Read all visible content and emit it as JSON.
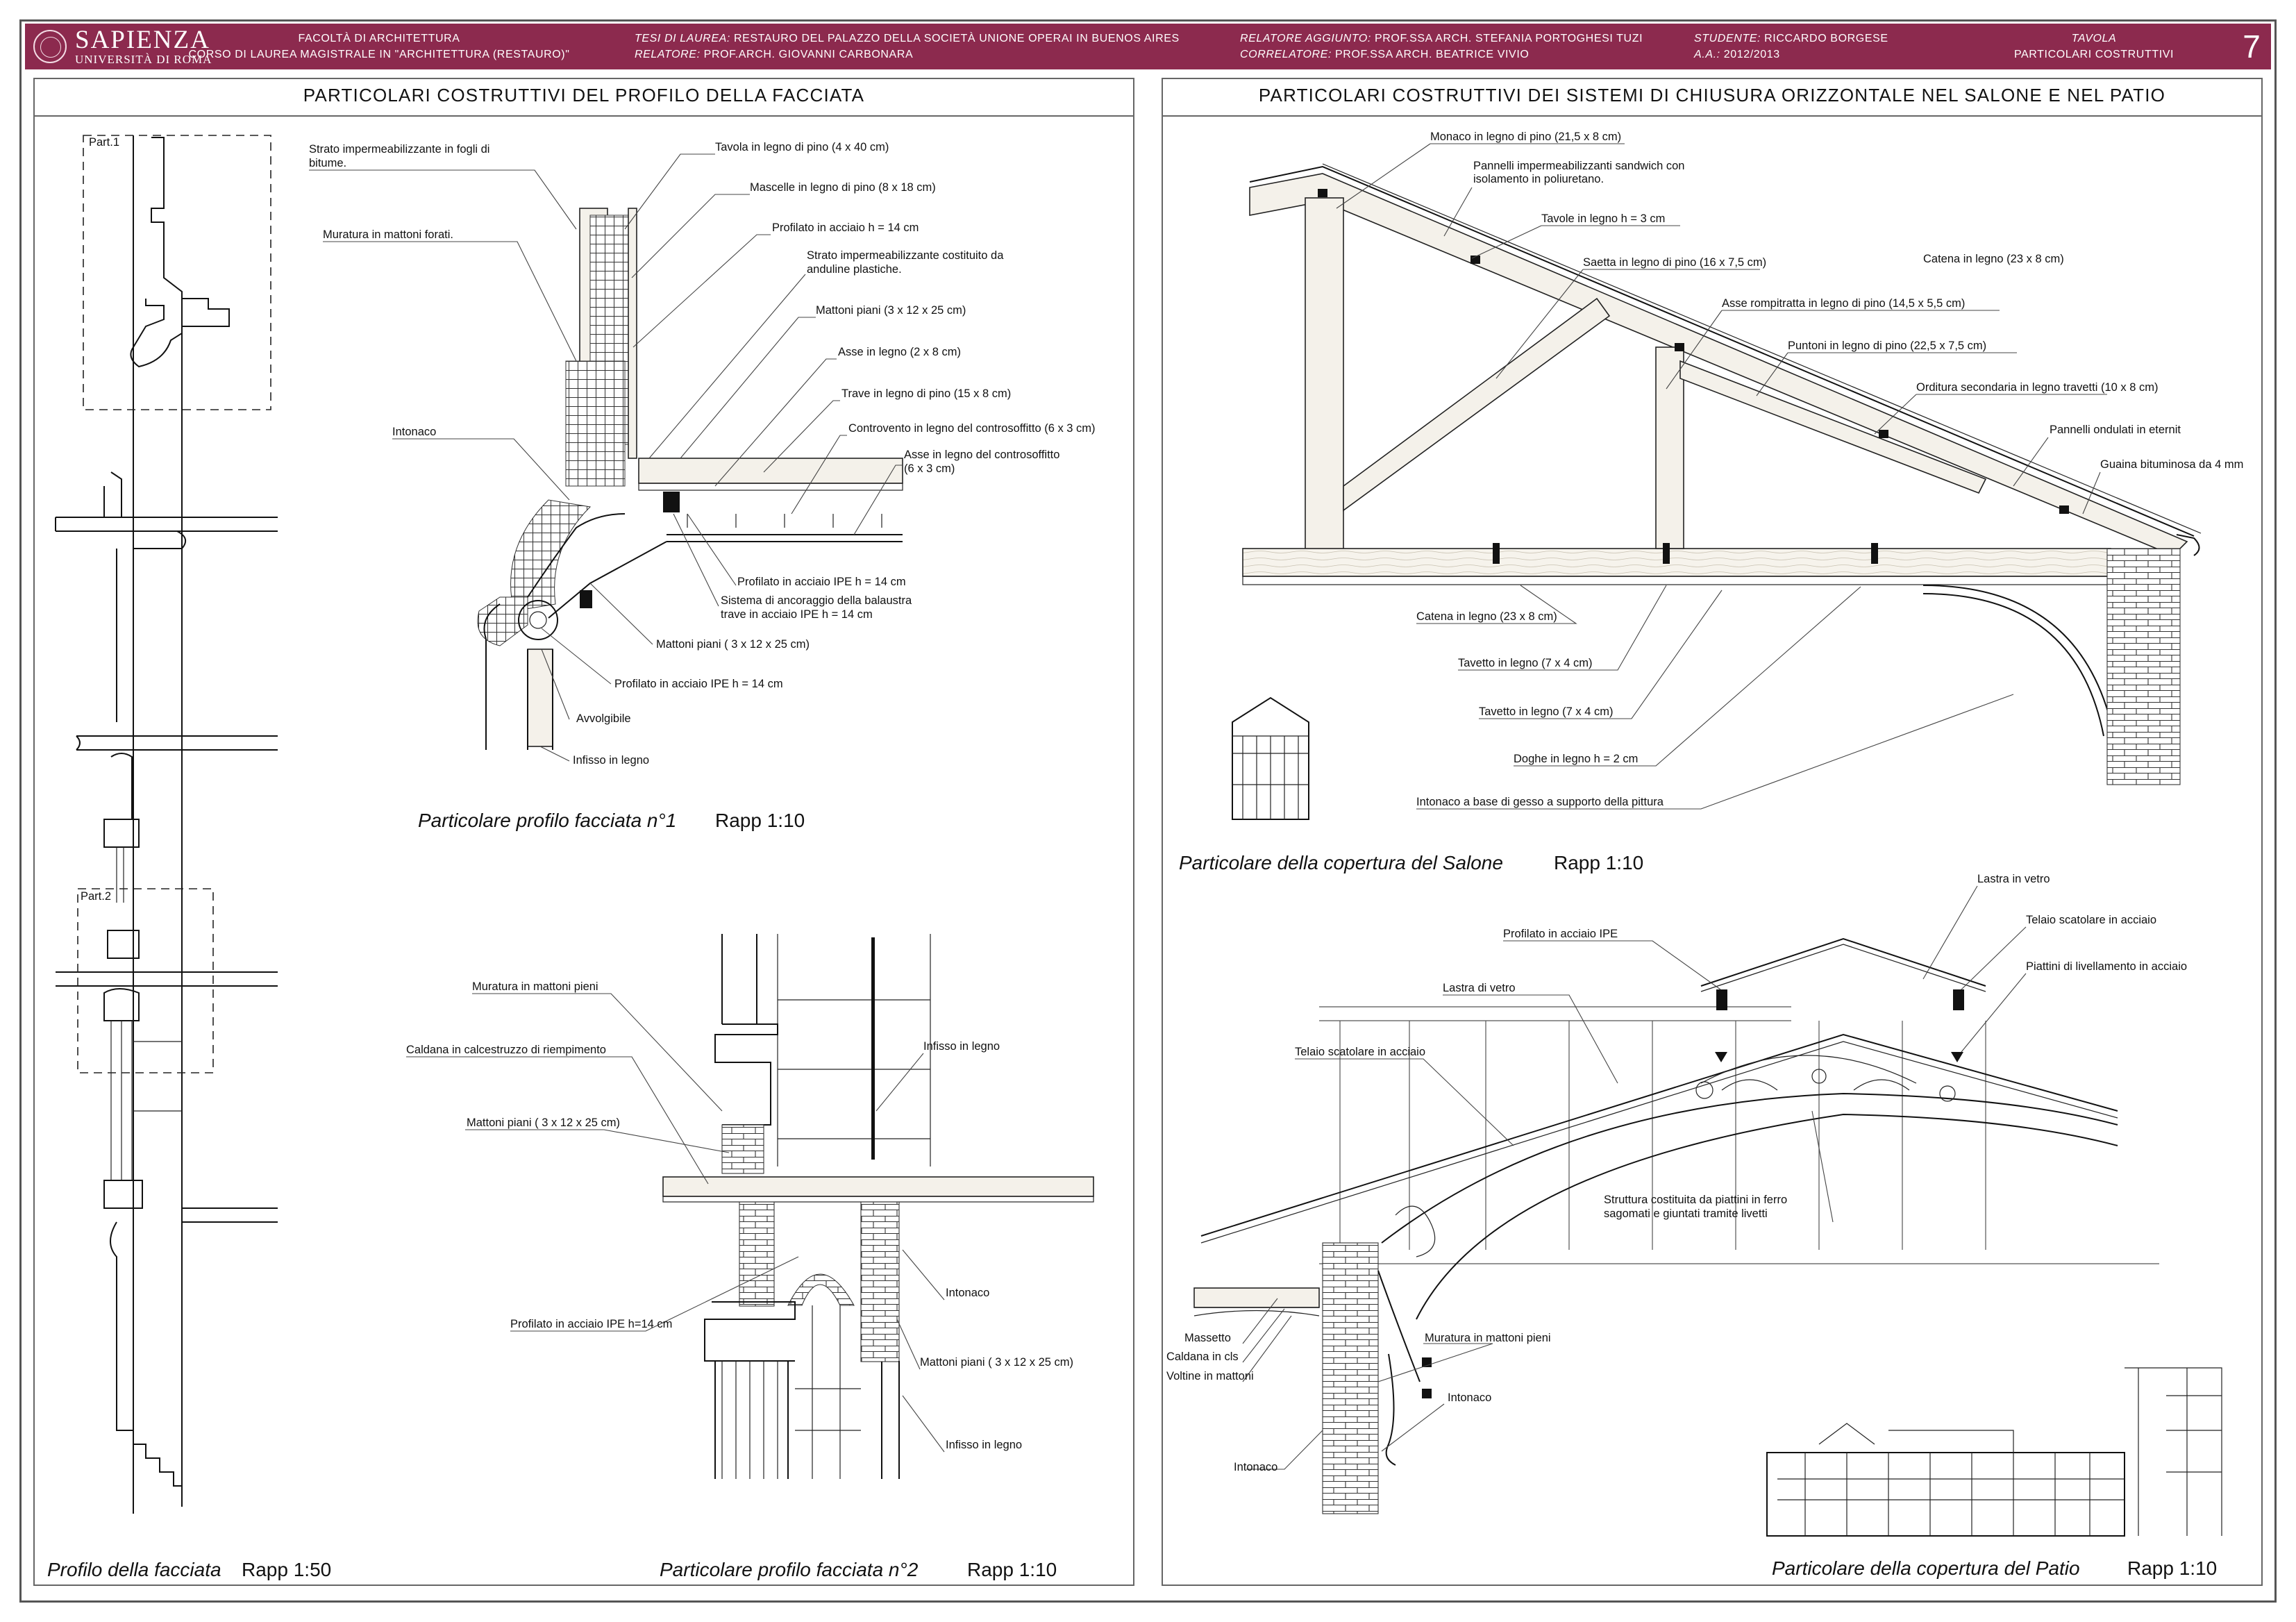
{
  "header": {
    "logo_name": "SAPIENZA",
    "logo_sub": "UNIVERSITÀ DI ROMA",
    "faculty": "FACOLTÀ DI ARCHITETTURA",
    "course": "CORSO DI LAUREA MAGISTRALE IN \"ARCHITETTURA (RESTAURO)\"",
    "tesi_label": "TESI DI LAUREA:",
    "tesi_value": "RESTAURO DEL PALAZZO DELLA SOCIETÀ UNIONE OPERAI IN BUENOS AIRES",
    "relatore_label": "RELATORE:",
    "relatore_value": "PROF.ARCH. GIOVANNI CARBONARA",
    "rel_agg_label": "RELATORE AGGIUNTO:",
    "rel_agg_value": "PROF.SSA ARCH. STEFANIA PORTOGHESI TUZI",
    "correlatore_label": "CORRELATORE:",
    "correlatore_value": "PROF.SSA ARCH. BEATRICE VIVIO",
    "studente_label": "STUDENTE:",
    "studente_value": "RICCARDO BORGESE",
    "aa_label": "A.A.:",
    "aa_value": "2012/2013",
    "tavola_label": "TAVOLA",
    "tavola_title": "PARTICOLARI COSTRUTTIVI",
    "tavola_number": "7"
  },
  "left_panel": {
    "title": "PARTICOLARI COSTRUTTIVI DEL PROFILO DELLA FACCIATA",
    "part1_label": "Part.1",
    "part2_label": "Part.2",
    "profile_caption": "Profilo della facciata",
    "profile_scale": "Rapp 1:50",
    "detail1_caption": "Particolare profilo facciata n°1",
    "detail1_scale": "Rapp 1:10",
    "detail2_caption": "Particolare profilo facciata n°2",
    "detail2_scale": "Rapp 1:10",
    "detail1_labels": [
      "Strato impermeabilizzante in fogli di",
      "bitume.",
      "Muratura in mattoni forati.",
      "Tavola in legno di pino (4 x 40 cm)",
      "Mascelle in legno di pino (8 x 18 cm)",
      "Profilato in acciaio h = 14 cm",
      "Strato impermeabilizzante costituito da",
      "anduline plastiche.",
      "Mattoni piani (3 x 12 x 25 cm)",
      "Asse in legno (2 x 8 cm)",
      "Trave in legno di pino (15 x 8 cm)",
      "Controvento in legno del controsoffitto (6 x 3 cm)",
      "Asse in legno del controsoffitto",
      "(6 x 3 cm)",
      "Intonaco",
      "Profilato in acciaio IPE h = 14 cm",
      "Sistema di ancoraggio della balaustra",
      "trave in acciaio IPE h = 14 cm",
      "Mattoni piani ( 3 x 12 x 25 cm)",
      "Profilato in acciaio IPE h = 14 cm",
      "Avvolgibile",
      "Infisso in legno"
    ],
    "detail2_labels": [
      "Muratura in mattoni pieni",
      "Caldana in calcestruzzo di riempimento",
      "Mattoni piani ( 3 x 12 x 25 cm)",
      "Infisso in legno",
      "Intonaco",
      "Profilato in acciaio IPE h=14 cm",
      "Mattoni piani ( 3 x 12 x 25 cm)",
      "Infisso in legno"
    ]
  },
  "right_panel": {
    "title": "PARTICOLARI COSTRUTTIVI DEI SISTEMI DI CHIUSURA ORIZZONTALE NEL SALONE E NEL PATIO",
    "salone_caption": "Particolare della copertura del Salone",
    "salone_scale": "Rapp 1:10",
    "patio_caption": "Particolare della copertura del Patio",
    "patio_scale": "Rapp 1:10",
    "salone_labels": [
      "Monaco in legno di pino (21,5 x 8 cm)",
      "Pannelli impermeabilizzanti sandwich con",
      "isolamento in poliuretano.",
      "Tavole in legno h = 3 cm",
      "Saetta in legno di pino (16 x 7,5 cm)",
      "Catena in legno (23 x 8 cm)",
      "Asse rompitratta in legno di pino  (14,5 x 5,5 cm)",
      "Puntoni in legno di pino  (22,5 x 7,5 cm)",
      "Orditura secondaria in legno  travetti  (10 x 8 cm)",
      "Pannelli ondulati in eternit",
      "Guaina bituminosa da 4 mm",
      "Catena in legno (23 x 8 cm)",
      "Tavetto in legno (7 x 4 cm)",
      "Tavetto in legno (7 x 4 cm)",
      "Doghe in legno h = 2 cm",
      "Intonaco a base di gesso a supporto della pittura"
    ],
    "patio_labels": [
      "Lastra in vetro",
      "Profilato in acciaio IPE",
      "Telaio scatolare in acciaio",
      "Piattini di livellamento in acciaio",
      "Lastra di vetro",
      "Telaio scatolare in acciaio",
      "Struttura costituita da piattini in ferro",
      "sagomati e giuntati tramite livetti",
      "Massetto",
      "Caldana in cls",
      "Voltine in mattoni",
      "Muratura in mattoni pieni",
      "Intonaco",
      "Intonaco"
    ]
  },
  "colors": {
    "header_bg": "#8c2a4e",
    "header_text": "#ffffff",
    "frame": "#666666",
    "ink": "#111111"
  }
}
